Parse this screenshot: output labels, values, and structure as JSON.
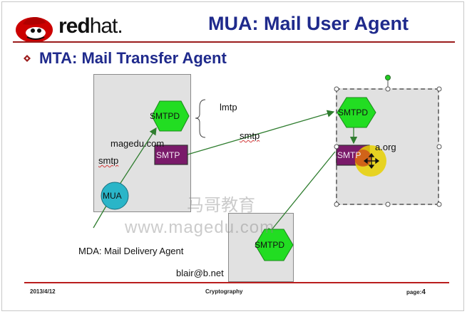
{
  "header": {
    "logo_text_bold": "red",
    "logo_text_regular": "hat.",
    "title": "MUA: Mail User Agent"
  },
  "bullet": {
    "text": "MTA: Mail Transfer Agent"
  },
  "diagram": {
    "left_box": {
      "smtpd": "SMTPD",
      "domain": "magedu.com",
      "smtp": "SMTP",
      "mua": "MUA",
      "smtp_label": "smtp"
    },
    "lmtp_label": "lmtp",
    "middle_smtp_label": "smtp",
    "right_box": {
      "smtpd": "SMTPD",
      "smtp": "SMTP",
      "domain": "a.org"
    },
    "bottom_box": {
      "smtpd": "SMTPD",
      "address": "blair@b.net"
    },
    "mda_label": "MDA: Mail Delivery Agent"
  },
  "watermark": {
    "line1": "马哥教育",
    "line2": "www.magedu.com"
  },
  "footer": {
    "date": "2013/4/12",
    "topic": "Cryptography",
    "page_label": "page:",
    "page_number": "4"
  },
  "colors": {
    "title": "#1f2a8c",
    "rule": "#9b1c1c",
    "hexagon": "#22dd22",
    "smtp_box": "#7a1a6a",
    "mua_circle": "#2ab5c8",
    "arrow": "#2f7d2f",
    "cursor_highlight": "#e8d000"
  }
}
